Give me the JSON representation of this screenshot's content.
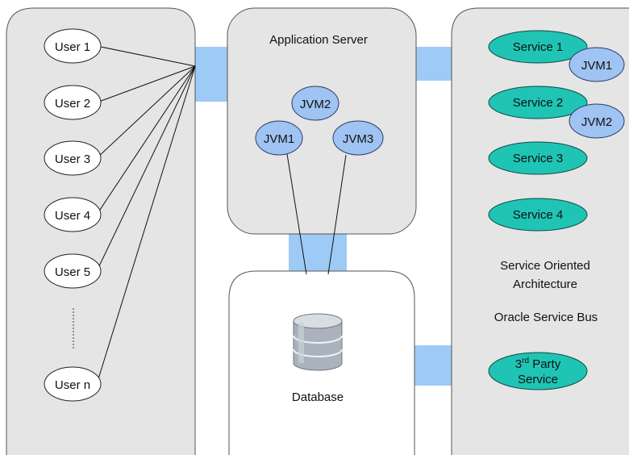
{
  "diagram": {
    "users": {
      "items": [
        "User 1",
        "User 2",
        "User 3",
        "User 4",
        "User 5",
        "User n"
      ]
    },
    "app_server": {
      "title": "Application Server",
      "jvms": [
        "JVM2",
        "JVM1",
        "JVM3"
      ]
    },
    "database": {
      "title": "Database"
    },
    "soa": {
      "services": [
        "Service 1",
        "Service 2",
        "Service 3",
        "Service 4"
      ],
      "service_jvms": [
        "JVM1",
        "JVM2"
      ],
      "title_line1": "Service Oriented",
      "title_line2": "Architecture",
      "bus": "Oracle Service Bus",
      "third_party": {
        "number": "3",
        "superscript": "rd",
        "line1_rest": " Party",
        "line2": "Service"
      }
    },
    "colors": {
      "panel_fill": "#e5e5e5",
      "connector": "#9ecbf5",
      "jvm_fill": "#9fc3f2",
      "service_fill": "#1fc4b4"
    }
  }
}
